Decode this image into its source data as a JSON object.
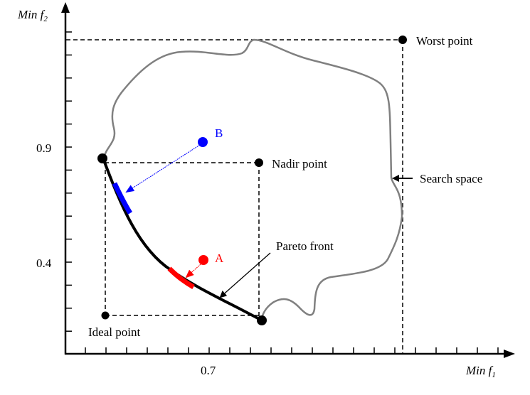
{
  "axes": {
    "y_label": "Min f",
    "y_label_sub": "2",
    "x_label": "Min f",
    "x_label_sub": "1",
    "y_ticks_labeled": [
      "0.9",
      "0.4"
    ],
    "x_ticks_labeled": [
      "0.7"
    ]
  },
  "labels": {
    "worst_point": "Worst point",
    "nadir_point": "Nadir point",
    "ideal_point": "Ideal point",
    "search_space": "Search space",
    "pareto_front": "Pareto front",
    "point_a": "A",
    "point_b": "B"
  },
  "colors": {
    "point_a": "#ff0000",
    "point_b": "#0000ff",
    "search_space": "#808080",
    "pareto_front": "#000000"
  }
}
